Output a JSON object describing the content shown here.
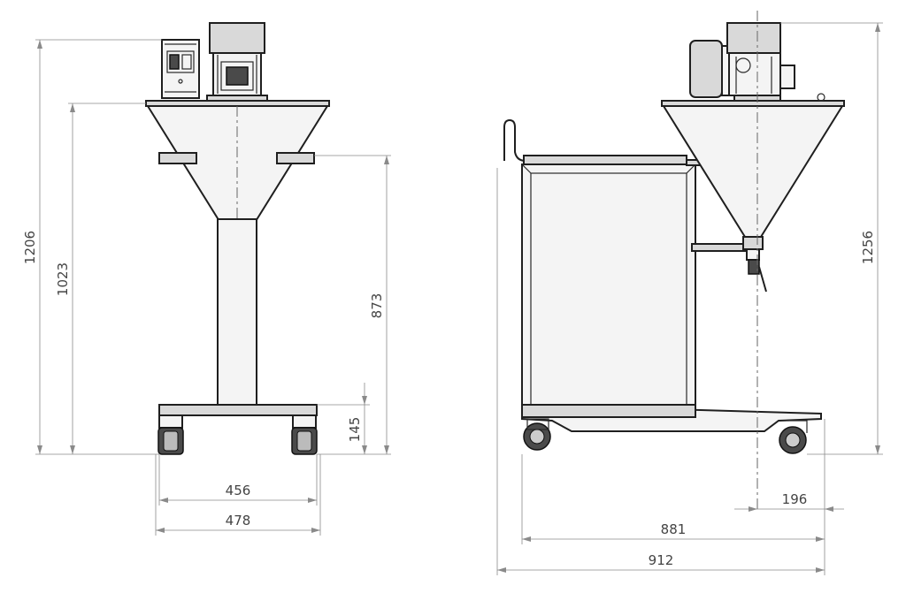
{
  "front_view": {
    "dimensions": {
      "total_height": "1206",
      "cone_top_height": "1023",
      "shelf_height": "873",
      "base_height": "145",
      "wheel_track_inner": "456",
      "wheel_track_outer": "478"
    }
  },
  "side_view": {
    "dimensions": {
      "total_height": "1256",
      "offset": "196",
      "frame_length": "881",
      "overall_length": "912"
    }
  },
  "colors": {
    "line": "#1f1f1f",
    "dimension": "#8a8a8a",
    "panel_fill": "#f4f4f4"
  }
}
